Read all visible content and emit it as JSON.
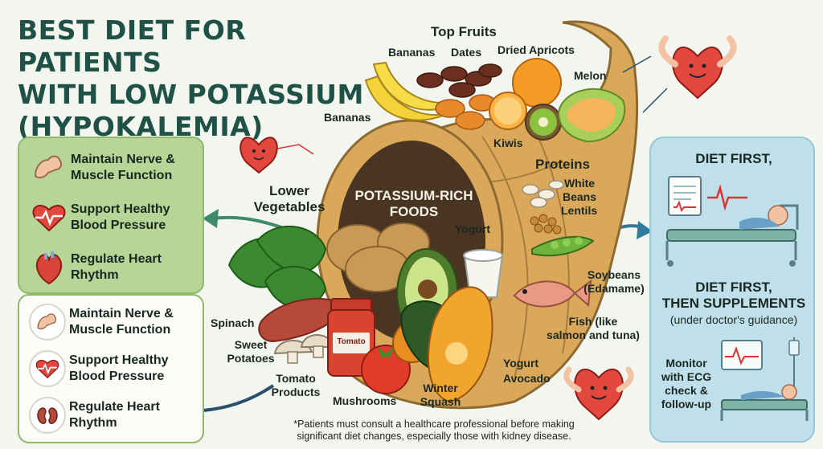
{
  "title": {
    "line1": "BEST DIET FOR PATIENTS",
    "line2": "WITH LOW POTASSIUM",
    "line3": "(HYPOKALEMIA)"
  },
  "benefits_green": [
    {
      "line1": "Maintain Nerve &",
      "line2": "Muscle Function",
      "icon": "flexed-arm-icon"
    },
    {
      "line1": "Support Healthy",
      "line2": "Blood Pressure",
      "icon": "heart-pulse-icon"
    },
    {
      "line1": "Regulate Heart",
      "line2": "Rhythm",
      "icon": "heart-organ-icon"
    }
  ],
  "benefits_white": [
    {
      "line1": "Maintain Nerve &",
      "line2": "Muscle Function",
      "icon": "flexed-arm-icon"
    },
    {
      "line1": "Support Healthy",
      "line2": "Blood Pressure",
      "icon": "heart-pulse-icon"
    },
    {
      "line1": "Regulate Heart",
      "line2": "Rhythm",
      "icon": "kidneys-icon"
    }
  ],
  "center": {
    "line1": "POTASSIUM-RICH",
    "line2": "FOODS"
  },
  "foods": {
    "top_fruits": "Top Fruits",
    "bananas_top": "Bananas",
    "dates": "Dates",
    "dried_apricots": "Dried Apricots",
    "melon": "Melon",
    "bananas_left": "Bananas",
    "kiwis": "Kiwis",
    "lower_vegetables_1": "Lower",
    "lower_vegetables_2": "Vegetables",
    "proteins": "Proteins",
    "white_beans_1": "White",
    "white_beans_2": "Beans",
    "lentils": "Lentils",
    "yogurt_top": "Yogurt",
    "soybeans_1": "Soybeans",
    "soybeans_2": "(Edamame)",
    "fish_1": "Fish  (like",
    "fish_2": "salmon and tuna)",
    "spinach": "Spinach",
    "sweet_potatoes_1": "Sweet",
    "sweet_potatoes_2": "Potatoes",
    "tomato_products_1": "Tomato",
    "tomato_products_2": "Products",
    "jar_label": "Tomato",
    "mushrooms": "Mushrooms",
    "winter_squash_1": "Winter",
    "winter_squash_2": "Squash",
    "yogurt_bottom": "Yogurt",
    "avocado": "Avocado"
  },
  "right_panel": {
    "heading": "DIET FIRST,",
    "line1": "DIET FIRST,",
    "line2": "THEN SUPPLEMENTS",
    "line3": "(under doctor's guidance)",
    "monitor_1": "Monitor",
    "monitor_2": "with ECG",
    "monitor_3": "check &",
    "monitor_4": "follow-up"
  },
  "footnote": {
    "line1": "*Patients must consult a healthcare professional before making",
    "line2": "significant diet changes, especially those with kidney disease."
  },
  "colors": {
    "title": "#1f5147",
    "green_panel": "#b7d596",
    "blue_panel": "#bfe0ea",
    "cornucopia": "#d9a85a",
    "heart": "#e2483d"
  }
}
